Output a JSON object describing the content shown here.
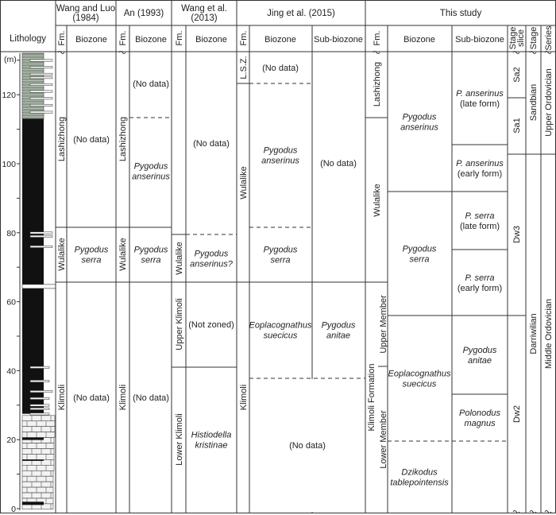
{
  "header": {
    "lithology": "Lithology",
    "wang_luo": [
      "Wang and Luo",
      "(1984)"
    ],
    "an": "An (1993)",
    "wang2013": [
      "Wang et al.",
      "(2013)"
    ],
    "jing": "Jing et al. (2015)",
    "this_study": "This study",
    "fm": "Fm.",
    "biozone": "Biozone",
    "sub_biozone": "Sub-biozone",
    "stage_slice": [
      "Stage",
      "slice"
    ],
    "stage": "Stage",
    "series": "Series"
  },
  "axis": {
    "unit": "(m)",
    "ticks": [
      "0",
      "20",
      "40",
      "60",
      "80",
      "100",
      "120"
    ]
  },
  "wang_luo": {
    "fm": [
      "Lashizhong",
      "Wulalike",
      "Klimoli"
    ],
    "biozone": [
      [
        "(No data)"
      ],
      [
        "Pygodus",
        "serra"
      ],
      [
        "(No data)"
      ]
    ]
  },
  "an": {
    "fm": [
      "Lashizhong",
      "Wulalike",
      "Klimoli"
    ],
    "biozone": [
      [
        "(No data)"
      ],
      [
        "Pygodus",
        "anserinus"
      ],
      [
        "Pygodus",
        "serra"
      ],
      [
        "(No data)"
      ]
    ]
  },
  "wang2013": {
    "fm": [
      "Wulalike",
      "Upper Klimoli",
      "Lower Klimoli"
    ],
    "biozone": [
      [
        "(No data)"
      ],
      [
        "Pygodus",
        "anserinus?"
      ],
      [
        "(Not zoned)"
      ],
      [
        "Histiodella",
        "kristinae"
      ]
    ]
  },
  "jing": {
    "fm": [
      "L.S.Z.",
      "Wulalike",
      "Klimoli"
    ],
    "biozone": [
      [
        "(No data)"
      ],
      [
        "Pygodus",
        "anserinus"
      ],
      [
        "Pygodus",
        "serra"
      ],
      [
        "Eoplacognathus",
        "suecicus"
      ],
      [
        "(No data)"
      ]
    ],
    "sub_biozone": [
      [
        "(No data)"
      ],
      [
        "Pygodus",
        "anitae"
      ]
    ]
  },
  "this_study": {
    "fm": [
      "Lashizhong",
      "Wulalike",
      "Klimoli Formation",
      "Upper Member",
      "Lower Member"
    ],
    "biozone": [
      [
        "Pygodus",
        "anserinus"
      ],
      [
        "Pygodus",
        "serra"
      ],
      [
        "Eoplacognathus",
        "suecicus"
      ],
      [
        "Dzikodus",
        "tablepointensis"
      ]
    ],
    "sub_biozone": [
      [
        "P. anserinus",
        "(late form)"
      ],
      [
        "P. anserinus",
        "(early form)"
      ],
      [
        "P. serra",
        "(late form)"
      ],
      [
        "P. serra",
        "(early form)"
      ],
      [
        "Pygodus",
        "anitae"
      ],
      [
        "Polonodus",
        "magnus"
      ]
    ],
    "stage_slice": [
      "Sa2",
      "Sa1",
      "Dw3",
      "Dw2"
    ],
    "stage": [
      "Sandbian",
      "Darriwilian"
    ],
    "series": [
      "Upper Ordovician",
      "Middle Ordovician"
    ]
  },
  "colors": {
    "line": "#333333",
    "black_shale": "#111111",
    "green_shale": "#8a9a8a",
    "limestone": "#f2f2f2"
  }
}
